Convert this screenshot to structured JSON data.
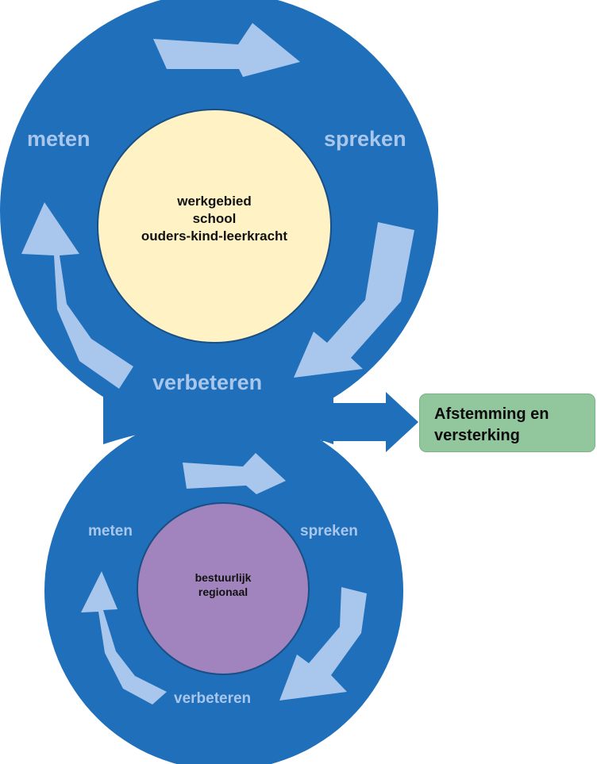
{
  "top_cycle": {
    "labels": {
      "left": "meten",
      "right": "spreken",
      "bottom": "verbeteren"
    },
    "center_lines": [
      "werkgebied",
      "school",
      "ouders-kind-leerkracht"
    ]
  },
  "bottom_cycle": {
    "labels": {
      "left": "meten",
      "right": "spreken",
      "bottom": "verbeteren"
    },
    "center_lines": [
      "bestuurlijk",
      "regionaal"
    ]
  },
  "outcome": {
    "text": "Afstemming en versterking"
  },
  "colors": {
    "circle_blue": "#1f6fba",
    "arrow_light_blue": "#a9c6ec",
    "top_center_fill": "#fff2c4",
    "bottom_center_fill": "#a184bd",
    "outcome_fill": "#92c79e"
  }
}
